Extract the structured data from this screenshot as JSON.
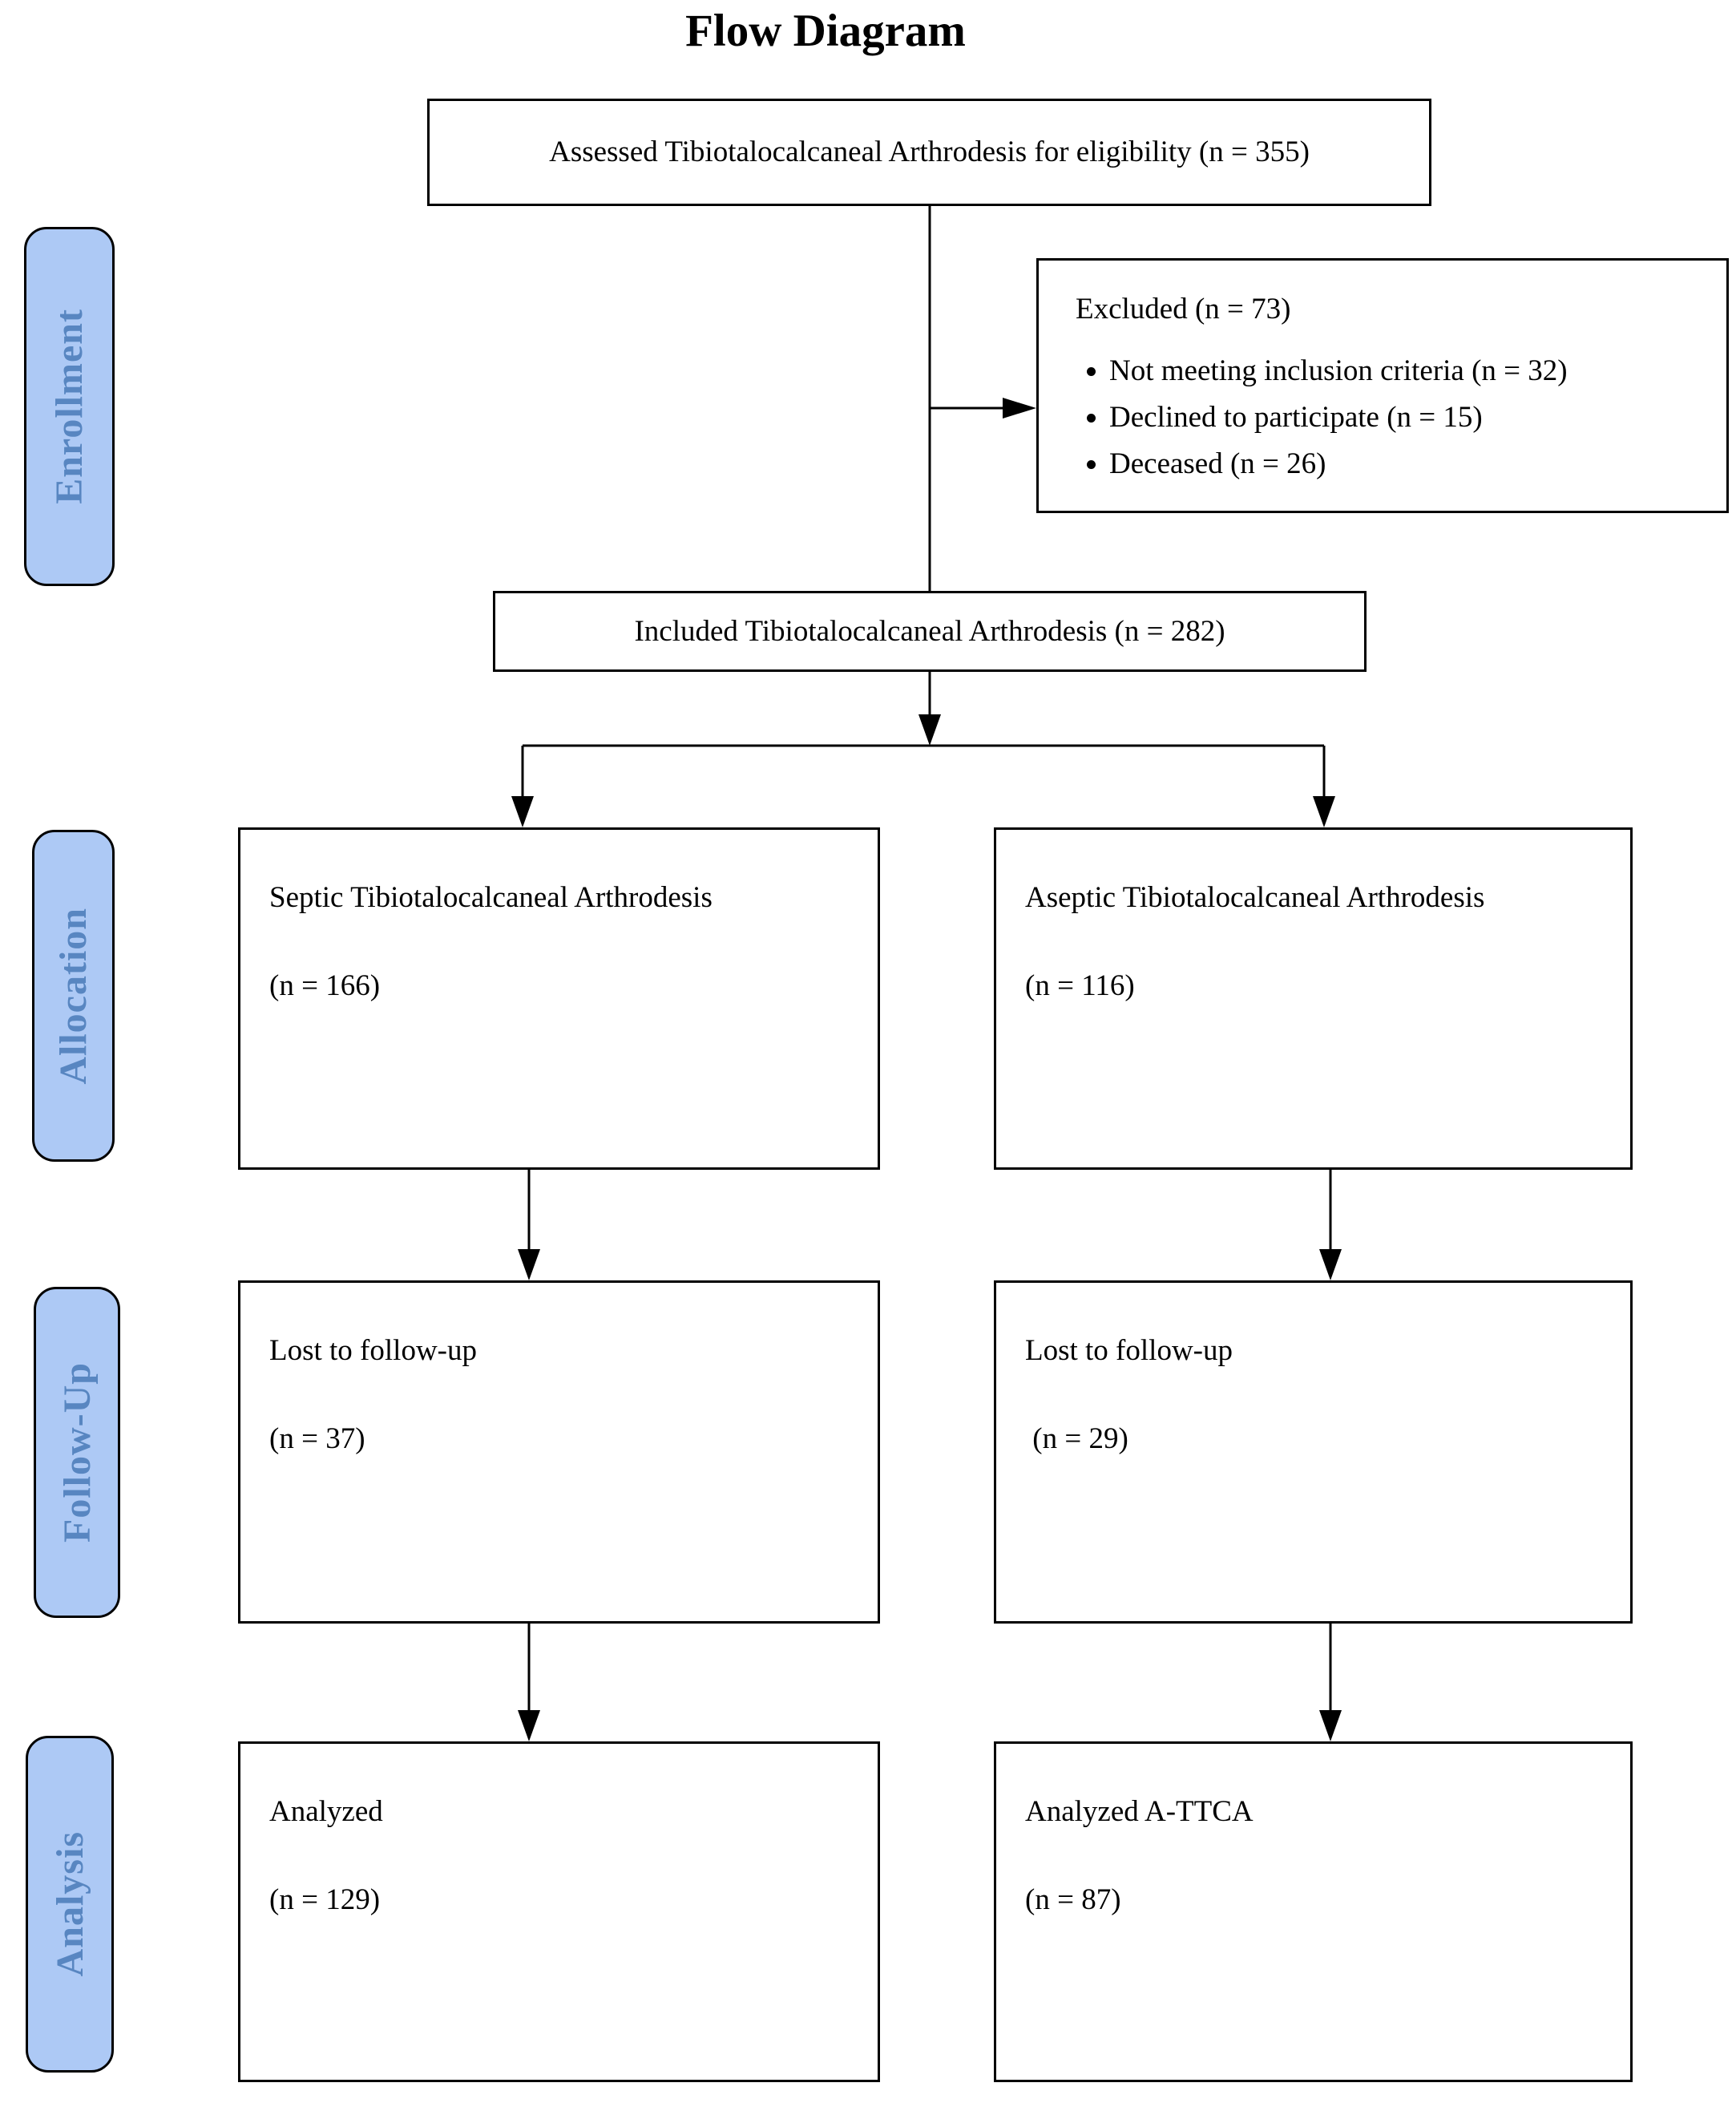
{
  "title": "Flow Diagram",
  "stages": [
    {
      "label": "Enrollment"
    },
    {
      "label": "Allocation"
    },
    {
      "label": "Follow-Up"
    },
    {
      "label": "Analysis"
    }
  ],
  "boxes": {
    "assessed": {
      "text": "Assessed Tibiotalocalcaneal Arthrodesis for eligibility (n = 355)"
    },
    "excluded": {
      "title": "Excluded (n = 73)",
      "items": [
        "Not meeting inclusion criteria (n = 32)",
        "Declined to participate (n = 15)",
        "Deceased (n = 26)"
      ]
    },
    "included": {
      "text": "Included Tibiotalocalcaneal Arthrodesis (n = 282)"
    },
    "septic": {
      "title": "Septic Tibiotalocalcaneal Arthrodesis",
      "count": "(n = 166)"
    },
    "aseptic": {
      "title": "Aseptic Tibiotalocalcaneal Arthrodesis",
      "count": "(n = 116)"
    },
    "lost_septic": {
      "title": "Lost to follow-up",
      "count": "(n = 37)"
    },
    "lost_aseptic": {
      "title": "Lost to follow-up",
      "count": " (n = 29)"
    },
    "analyzed_septic": {
      "title": "Analyzed",
      "count": "(n = 129)"
    },
    "analyzed_aseptic": {
      "title": "Analyzed A-TTCA",
      "count": "(n = 87)"
    }
  },
  "colors": {
    "stage_fill": "#adc9f5",
    "stage_text": "#5886c1",
    "line": "#000000",
    "box_border": "#000000"
  }
}
